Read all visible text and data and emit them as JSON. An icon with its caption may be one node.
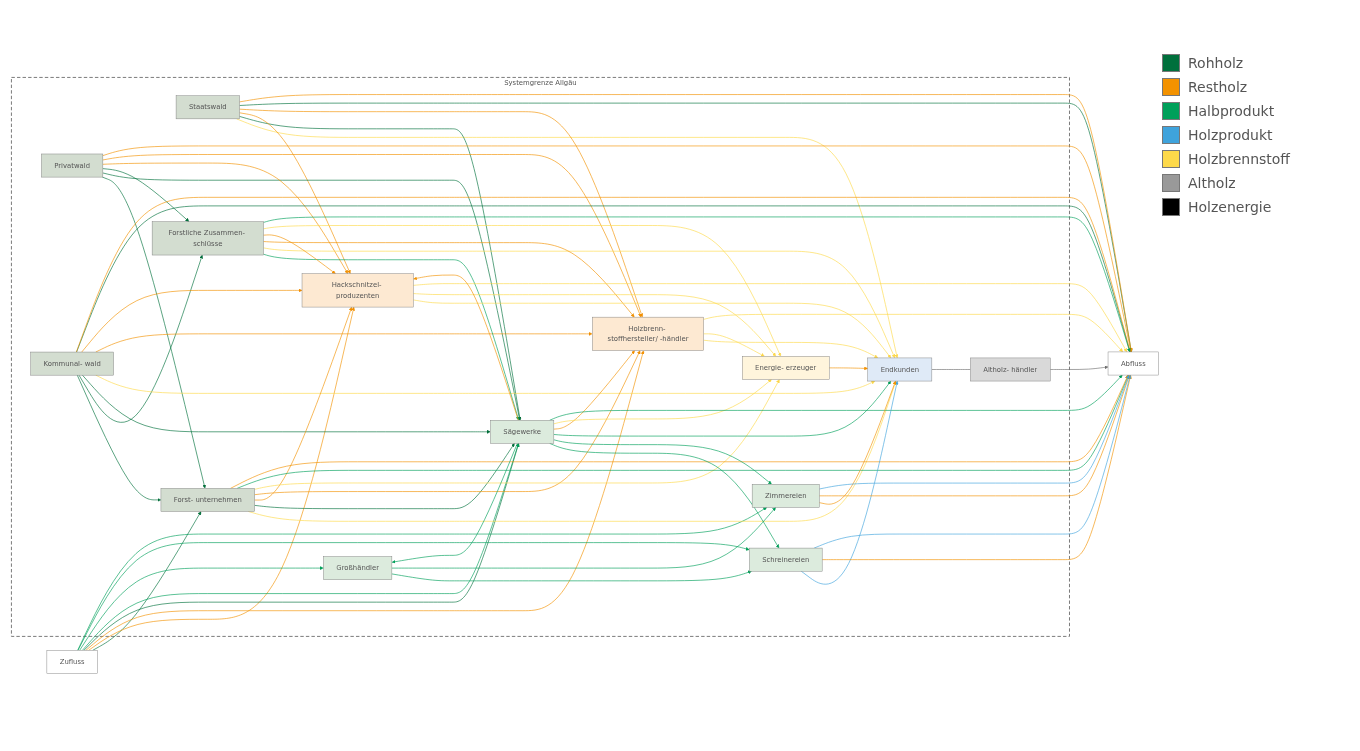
{
  "diagram": {
    "nodes": [
      {
        "text": [
          "Zufluss"
        ]
      },
      {
        "text": [
          "Systemgrenze Allgäu"
        ]
      },
      {
        "text": [
          "Staatswald"
        ],
        "in": 1
      },
      {
        "text": [
          "Privatwald"
        ],
        "in": 1
      },
      {
        "text": [
          "Kommunal- wald"
        ],
        "in": 1
      },
      {
        "text": [
          "Forst- unternehmen"
        ],
        "in": 1
      },
      {
        "text": [
          "Forstliche Zusammen- schlüsse"
        ],
        "in": 1
      },
      {
        "text": [
          "Hackschnitzel- produzenten"
        ],
        "in": 1
      },
      {
        "text": [
          "Großhändler"
        ],
        "in": 1
      },
      {
        "text": [
          "Sägewerke"
        ],
        "in": 1
      },
      {
        "text": [
          "Holzbrenn- stoffhersteller/ -händler"
        ],
        "in": 1
      },
      {
        "text": [
          "Schreinereien"
        ],
        "in": 1
      },
      {
        "text": [
          "Zimmereien"
        ],
        "in": 1
      },
      {
        "text": [
          "Energie- erzeuger"
        ],
        "in": 1
      },
      {
        "text": [
          "Endkunden"
        ],
        "in": 1
      },
      {
        "text": [
          "Altholz- händler"
        ],
        "in": 1
      },
      {
        "text": [
          "Abfluss"
        ]
      }
    ],
    "edges": [
      {
        "from": 0,
        "to": 5,
        "arrow": "to",
        "color": "#00703c"
      },
      {
        "from": 0,
        "to": 7,
        "arrow": "to",
        "color": "#f39200"
      },
      {
        "from": 0,
        "to": 10,
        "arrow": "to",
        "color": "#f39200"
      },
      {
        "from": 0,
        "to": 9,
        "arrow": "to",
        "color": "#00703c"
      },
      {
        "from": 0,
        "to": 9,
        "arrow": "to",
        "color": "#00a05a"
      },
      {
        "from": 0,
        "to": 8,
        "arrow": "to",
        "color": "#00a05a"
      },
      {
        "from": 0,
        "to": 11,
        "arrow": "to",
        "color": "#00a05a"
      },
      {
        "from": 0,
        "to": 12,
        "arrow": "to",
        "color": "#00a05a"
      },
      {
        "from": 2,
        "to": 14,
        "arrow": "to",
        "color": "#fdd94a"
      },
      {
        "from": 2,
        "to": 9,
        "arrow": "to",
        "color": "#00703c"
      },
      {
        "from": 2,
        "to": 7,
        "arrow": "to",
        "color": "#f39200"
      },
      {
        "from": 2,
        "to": 10,
        "arrow": "to",
        "color": "#f39200"
      },
      {
        "from": 2,
        "to": 16,
        "arrow": "to",
        "color": "#00703c"
      },
      {
        "from": 2,
        "to": 16,
        "arrow": "to",
        "color": "#f39200"
      },
      {
        "from": 3,
        "to": 5,
        "arrow": "to",
        "color": "#00703c"
      },
      {
        "from": 3,
        "to": 9,
        "arrow": "to",
        "color": "#00703c"
      },
      {
        "from": 3,
        "to": 6,
        "arrow": "to",
        "color": "#00703c"
      },
      {
        "from": 3,
        "to": 7,
        "arrow": "to",
        "color": "#f39200"
      },
      {
        "from": 3,
        "to": 10,
        "arrow": "to",
        "color": "#f39200"
      },
      {
        "from": 3,
        "to": 16,
        "arrow": "to",
        "color": "#f39200"
      },
      {
        "from": 4,
        "to": 5,
        "arrow": "to",
        "color": "#00703c"
      },
      {
        "from": 4,
        "to": 6,
        "arrow": "to",
        "color": "#00703c"
      },
      {
        "from": 4,
        "to": 9,
        "arrow": "to",
        "color": "#00703c"
      },
      {
        "from": 4,
        "to": 14,
        "arrow": "to",
        "color": "#fdd94a"
      },
      {
        "from": 4,
        "to": 10,
        "arrow": "to",
        "color": "#f39200"
      },
      {
        "from": 4,
        "to": 7,
        "arrow": "to",
        "color": "#f39200"
      },
      {
        "from": 4,
        "to": 16,
        "arrow": "to",
        "color": "#00703c"
      },
      {
        "from": 4,
        "to": 16,
        "arrow": "to",
        "color": "#f39200"
      },
      {
        "from": 5,
        "to": 14,
        "arrow": "to",
        "color": "#fdd94a"
      },
      {
        "from": 5,
        "to": 9,
        "arrow": "to",
        "color": "#00703c"
      },
      {
        "from": 5,
        "to": 7,
        "arrow": "to",
        "color": "#f39200"
      },
      {
        "from": 5,
        "to": 10,
        "arrow": "to",
        "color": "#f39200"
      },
      {
        "from": 5,
        "to": 13,
        "arrow": "to",
        "color": "#fdd94a"
      },
      {
        "from": 5,
        "to": 16,
        "arrow": "to",
        "color": "#00a05a"
      },
      {
        "from": 5,
        "to": 16,
        "arrow": "to",
        "color": "#f39200"
      },
      {
        "from": 6,
        "to": 9,
        "arrow": "to",
        "color": "#00a05a"
      },
      {
        "from": 6,
        "to": 14,
        "arrow": "to",
        "color": "#fdd94a"
      },
      {
        "from": 6,
        "to": 10,
        "arrow": "to",
        "color": "#f39200"
      },
      {
        "from": 6,
        "to": 7,
        "arrow": "to",
        "color": "#f39200"
      },
      {
        "from": 6,
        "to": 13,
        "arrow": "to",
        "color": "#fdd94a"
      },
      {
        "from": 6,
        "to": 16,
        "arrow": "to",
        "color": "#00a05a"
      },
      {
        "from": 7,
        "to": 14,
        "arrow": "to",
        "color": "#fdd94a"
      },
      {
        "from": 7,
        "to": 13,
        "arrow": "to",
        "color": "#fdd94a"
      },
      {
        "from": 7,
        "to": 16,
        "arrow": "to",
        "color": "#fdd94a"
      },
      {
        "from": 8,
        "to": 11,
        "arrow": "to",
        "color": "#00a05a"
      },
      {
        "from": 8,
        "to": 12,
        "arrow": "to",
        "color": "#00a05a"
      },
      {
        "from": 9,
        "to": 8,
        "arrow": "to",
        "color": "#00a05a"
      },
      {
        "from": 9,
        "to": 11,
        "arrow": "to",
        "color": "#00a05a"
      },
      {
        "from": 9,
        "to": 12,
        "arrow": "to",
        "color": "#00a05a"
      },
      {
        "from": 9,
        "to": 14,
        "arrow": "to",
        "color": "#00a05a"
      },
      {
        "from": 9,
        "to": 10,
        "arrow": "to",
        "color": "#f39200"
      },
      {
        "from": 9,
        "to": 7,
        "arrow": "to",
        "color": "#f39200"
      },
      {
        "from": 9,
        "to": 13,
        "arrow": "to",
        "color": "#fdd94a"
      },
      {
        "from": 9,
        "to": 16,
        "arrow": "to",
        "color": "#00a05a"
      },
      {
        "from": 10,
        "to": 14,
        "arrow": "to",
        "color": "#fdd94a"
      },
      {
        "from": 10,
        "to": 13,
        "arrow": "to",
        "color": "#fdd94a"
      },
      {
        "from": 10,
        "to": 16,
        "arrow": "to",
        "color": "#fdd94a"
      },
      {
        "from": 11,
        "to": 14,
        "arrow": "to",
        "color": "#3fa3dc"
      },
      {
        "from": 11,
        "to": 16,
        "arrow": "to",
        "color": "#f39200"
      },
      {
        "from": 11,
        "to": 16,
        "arrow": "to",
        "color": "#3fa3dc"
      },
      {
        "from": 12,
        "to": 14,
        "arrow": "to",
        "color": "#f39200"
      },
      {
        "from": 12,
        "to": 16,
        "arrow": "to",
        "color": "#f39200"
      },
      {
        "from": 12,
        "to": 16,
        "arrow": "to",
        "color": "#3fa3dc"
      },
      {
        "from": 13,
        "to": 14,
        "arrow": "to",
        "color": "#f39200"
      },
      {
        "from": 14,
        "to": 15,
        "arrow": "none",
        "color": "#6f6f6f"
      },
      {
        "from": 15,
        "to": 16,
        "arrow": "to",
        "color": "#6f6f6f"
      }
    ],
    "legend": [
      {
        "text": "Rohholz",
        "color": "#00703c"
      },
      {
        "text": "Restholz",
        "color": "#f39200"
      },
      {
        "text": "Halbprodukt",
        "color": "#00a05a"
      },
      {
        "text": "Holzprodukt",
        "color": "#3fa3dc"
      },
      {
        "text": "Holzbrennstoff",
        "color": "#fdd94a"
      },
      {
        "text": "Altholz",
        "color": "#999999"
      },
      {
        "text": "Holzenergie",
        "color": "#000000"
      }
    ]
  }
}
